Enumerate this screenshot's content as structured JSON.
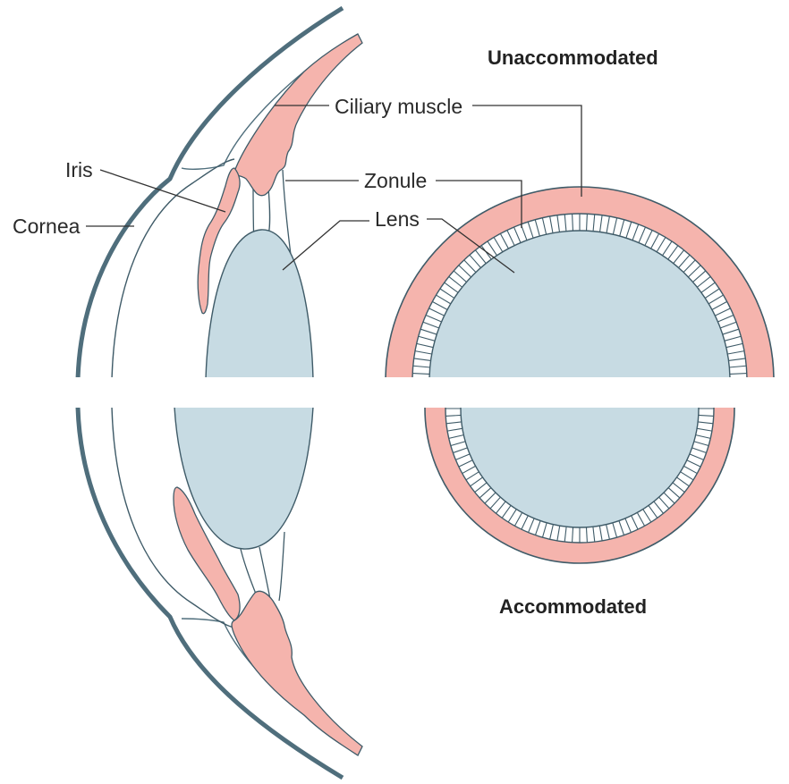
{
  "labels": {
    "ciliary_muscle": "Ciliary muscle",
    "iris": "Iris",
    "zonule": "Zonule",
    "cornea": "Cornea",
    "lens": "Lens"
  },
  "titles": {
    "unaccommodated": "Unaccommodated",
    "accommodated": "Accommodated"
  },
  "colors": {
    "muscle": "#f5b4ad",
    "lens": "#c7dbe3",
    "outline": "#3f5b68",
    "sclera": "#4f6e7c",
    "background": "#ffffff"
  }
}
